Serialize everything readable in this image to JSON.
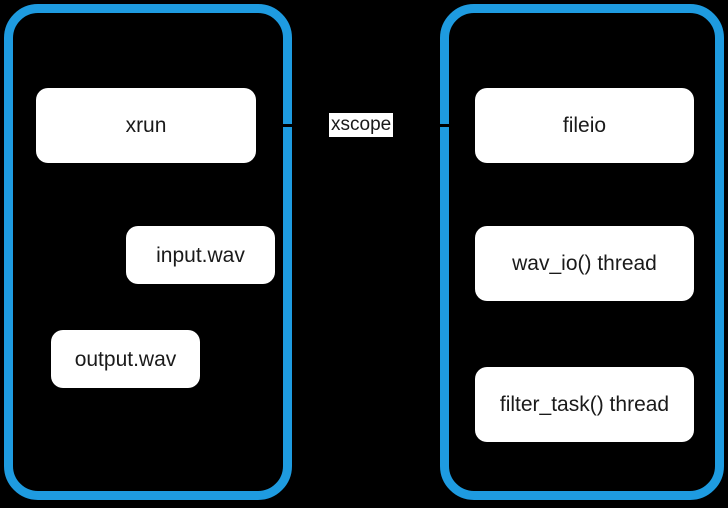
{
  "diagram": {
    "title": "xscope host-device diagram",
    "background_color": "#000000",
    "accent_color": "#1e9be0",
    "node_fill_color": "#ffffff",
    "node_text_color": "#1a1a1a"
  },
  "panels": [
    {
      "id": "host",
      "name": "host-panel",
      "label": "",
      "nodes": [
        {
          "id": "xrun",
          "label": "xrun"
        },
        {
          "id": "input_wav",
          "label": "input.wav"
        },
        {
          "id": "output_wav",
          "label": "output.wav"
        }
      ]
    },
    {
      "id": "device",
      "name": "device-panel",
      "label": "",
      "nodes": [
        {
          "id": "fileio",
          "label": "fileio"
        },
        {
          "id": "wav_io",
          "label": "wav_io() thread"
        },
        {
          "id": "filter_task",
          "label": "filter_task() thread"
        }
      ]
    }
  ],
  "connections": [
    {
      "id": "xscope_link",
      "label": "xscope",
      "from": "host",
      "to": "device"
    }
  ]
}
